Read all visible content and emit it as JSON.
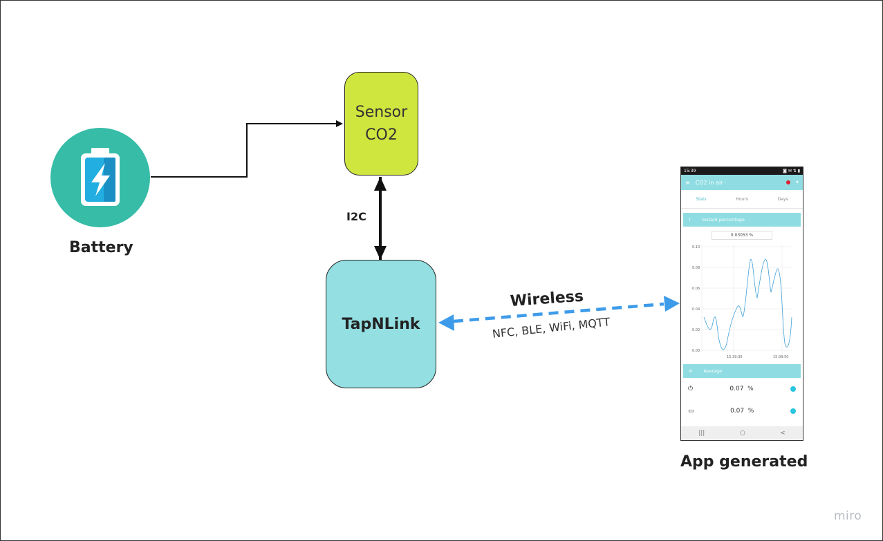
{
  "nodes": {
    "battery": {
      "label": "Battery",
      "icon": "battery-charging-icon"
    },
    "sensor": {
      "label_line1": "Sensor",
      "label_line2": "CO2"
    },
    "tapnlink": {
      "label": "TapNLink"
    },
    "app": {
      "label": "App generated"
    }
  },
  "edges": {
    "i2c": {
      "label": "I2C"
    },
    "wireless": {
      "label": "Wireless",
      "protocols": "NFC, BLE, WiFi, MQTT"
    }
  },
  "watermark": "miro",
  "phone": {
    "status_time": "15:39",
    "status_icons": "◙ ✉ ⇅ ▮",
    "app_title": "CO2 in air ·",
    "tabs": [
      "Stats",
      "Hours",
      "Days"
    ],
    "section_instant": "Instant percentage",
    "instant_value": "0.03053 %",
    "y_ticks": [
      "0.10",
      "0.08",
      "0.06",
      "0.04",
      "0.02",
      "0.00"
    ],
    "x_ticks": [
      "15:39:30",
      "15:39:50"
    ],
    "section_average": "Average",
    "rows": [
      {
        "icon": "power-icon",
        "value": "0.07",
        "unit": "%"
      },
      {
        "icon": "battery-icon",
        "value": "0.07",
        "unit": "%"
      }
    ],
    "nav": [
      "|||",
      "○",
      "<"
    ]
  },
  "colors": {
    "battery_circle": "#36bca7",
    "sensor_fill": "#cfe63f",
    "tapnlink_fill": "#93dfe2",
    "wireless_arrow": "#3d9be9",
    "app_accent": "#8fdde2"
  }
}
